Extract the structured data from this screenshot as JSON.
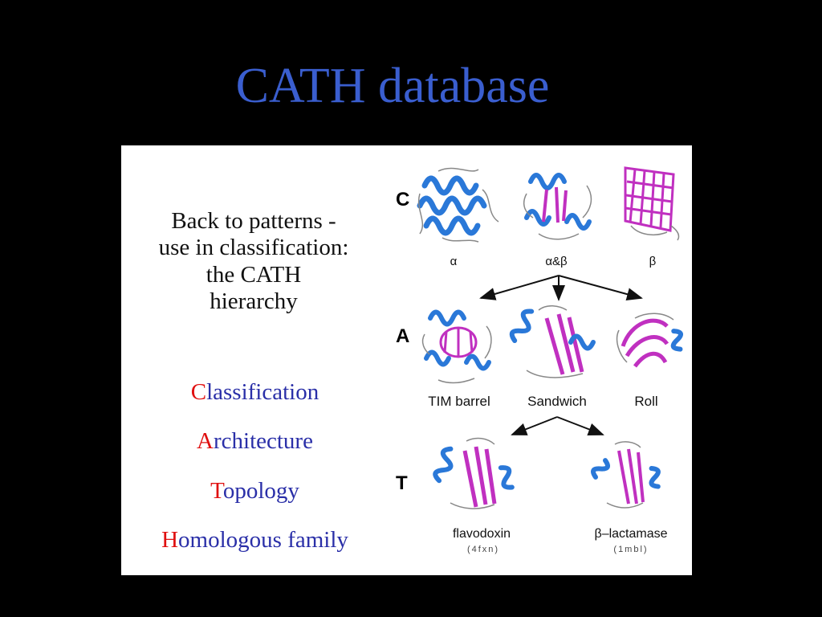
{
  "slide": {
    "title": "CATH database"
  },
  "panel": {
    "intro_lines": [
      "Back to patterns -",
      "use in classification:",
      "the CATH",
      "hierarchy"
    ],
    "acronym": [
      {
        "letter": "C",
        "rest": "lassification"
      },
      {
        "letter": "A",
        "rest": "rchitecture"
      },
      {
        "letter": "T",
        "rest": "opology"
      },
      {
        "letter": "H",
        "rest": "omologous family"
      }
    ]
  },
  "diagram": {
    "levels": [
      "C",
      "A",
      "T"
    ],
    "class_labels": [
      "α",
      "α&β",
      "β"
    ],
    "architecture_labels": [
      "TIM barrel",
      "Sandwich",
      "Roll"
    ],
    "topology_labels": [
      "flavodoxin",
      "β–lactamase"
    ],
    "topology_pdb": [
      "(4fxn)",
      "(1mbl)"
    ]
  },
  "colors": {
    "title": "#3a5ecf",
    "acronym_text": "#2a2fa8",
    "acronym_letter": "#e01010",
    "helix": "#2a78d8",
    "strand": "#c030c0"
  }
}
